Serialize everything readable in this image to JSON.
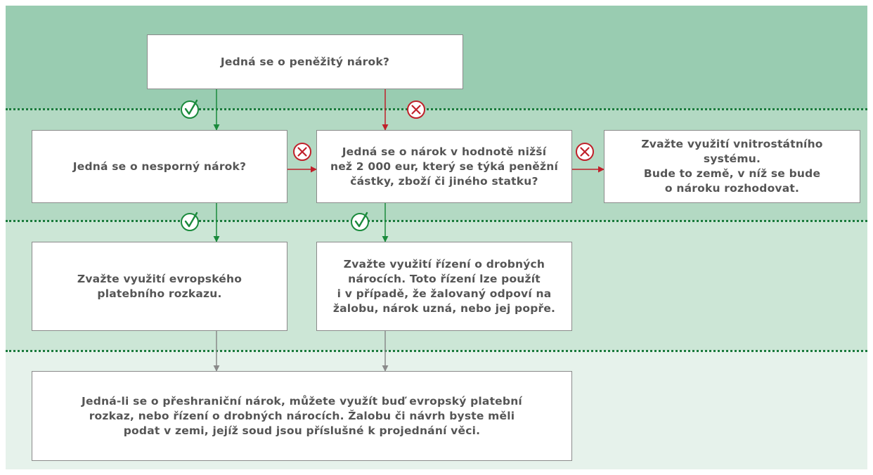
{
  "boxes": {
    "q_monetary": "Jedná se o peněžitý nárok?",
    "q_uncontested": "Jedná se o nesporný nárok?",
    "q_value": "Jedná se o nárok v hodnotě nižší\nnež 2 000 eur, který se týká peněžní\nčástky, zboží či jiného statku?",
    "national_system": "Zvažte využití vnitrostátního systému.\nBude to země, v níž se bude\no nároku rozhodovat.",
    "european_order": "Zvažte využití evropského\nplatebního rozkazu.",
    "small_claims": "Zvažte využití řízení o drobných\nnárocích. Toto řízení lze použít\ni v případě, že žalovaný odpoví na\nžalobu, nárok uzná, nebo jej popře.",
    "cross_border": "Jedná-li se o přeshraniční nárok, můžete využít buď evropský platební\nrozkaz, nebo řízení o drobných nárocích. Žalobu či návrh byste měli\npodat v zemi, jejíž soud jsou příslušné k projednání věci."
  },
  "icons": {
    "yes": "check-circle-icon",
    "no": "x-circle-icon"
  },
  "colors": {
    "yes": "#1a8a3c",
    "no": "#c0202a",
    "neutral": "#8a8a8a"
  }
}
